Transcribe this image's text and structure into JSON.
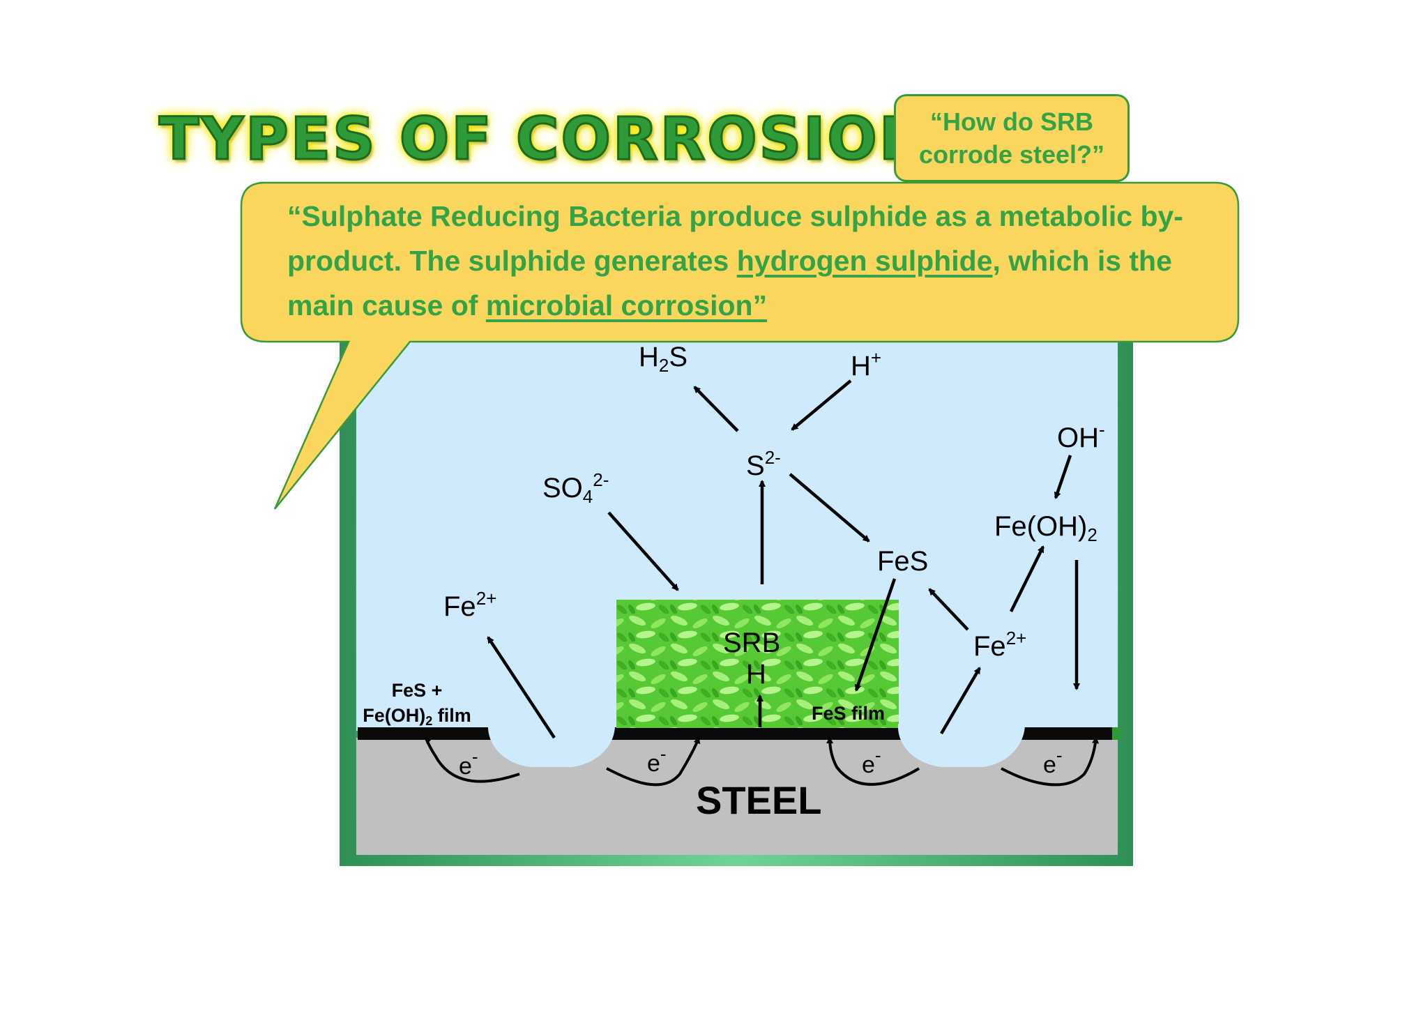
{
  "title": "TYPES OF CORROSION",
  "question": "“How do SRB corrode steel?”",
  "callout": {
    "text_1": "“Sulphate Reducing Bacteria produce sulphide as a metabolic by-product.  The sulphide generates ",
    "link_1": "hydrogen sulphide",
    "text_2": ", which is the main cause of ",
    "link_2": "microbial  corrosion”"
  },
  "diagram": {
    "h2s": {
      "a": "H",
      "b": "2",
      "c": "S"
    },
    "hplus": {
      "a": "H",
      "b": "+"
    },
    "oh": {
      "a": "OH",
      "b": "-"
    },
    "s2": {
      "a": "S",
      "b": "2-"
    },
    "so4": {
      "a": "SO",
      "b": "4",
      "c": "2-"
    },
    "feoh2": {
      "a": "Fe(OH)",
      "b": "2"
    },
    "fes": "FeS",
    "fe2_left": {
      "a": "Fe",
      "b": "2+"
    },
    "fe2_right": {
      "a": "Fe",
      "b": "2+"
    },
    "srb": "SRB",
    "h": "H",
    "film_left": {
      "a": "FeS +",
      "b": "Fe(OH)",
      "c": "2",
      "d": " film"
    },
    "film_right": "FeS film",
    "electron": {
      "a": "e",
      "b": "-"
    },
    "steel": "STEEL"
  },
  "colors": {
    "title_green": "#2e9a38",
    "callout_yellow": "#fbd65f",
    "text_green": "#33a345",
    "water_blue": "#cfeafa",
    "frame_green": "#3a9a5a",
    "steel_gray": "#c0c0c0",
    "bacteria_green": "#5fcf3a"
  }
}
